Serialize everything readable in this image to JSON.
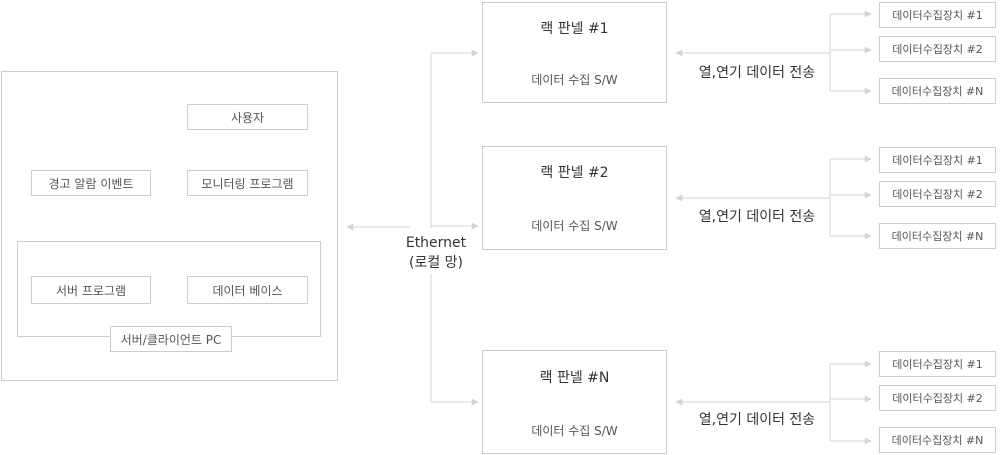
{
  "pc": {
    "title": "서버/클라이언트 PC",
    "user": "사용자",
    "monitoring": "모니터링 프로그램",
    "alarm": "경고 알람 이벤트",
    "server": "서버 프로그램",
    "database": "데이터 베이스"
  },
  "network": {
    "line1": "Ethernet",
    "line2": "(로컬 망)"
  },
  "racks": [
    {
      "title": "랙 판넬 #1",
      "software": "데이터 수집 S/W",
      "transfer": "열,연기 데이터 전송",
      "devices": [
        "데이터수집장치 #1",
        "데이터수집장치 #2",
        "데이터수집장치 #N"
      ]
    },
    {
      "title": "랙 판넬 #2",
      "software": "데이터 수집 S/W",
      "transfer": "열,연기 데이터 전송",
      "devices": [
        "데이터수집장치 #1",
        "데이터수집장치 #2",
        "데이터수집장치 #N"
      ]
    },
    {
      "title": "랙 판넬 #N",
      "software": "데이터 수집 S/W",
      "transfer": "열,연기 데이터 전송",
      "devices": [
        "데이터수집장치 #1",
        "데이터수집장치 #2",
        "데이터수집장치 #N"
      ]
    }
  ]
}
